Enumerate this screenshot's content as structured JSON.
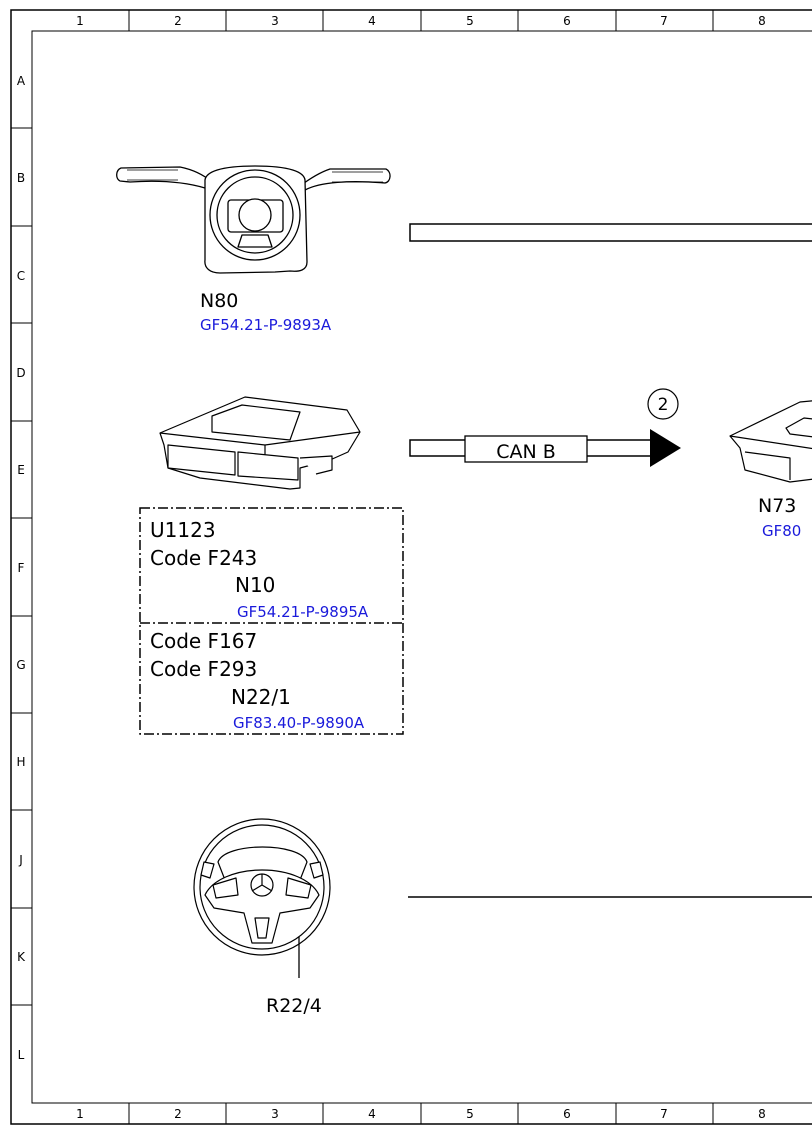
{
  "frame": {
    "columns": [
      "1",
      "2",
      "3",
      "4",
      "5",
      "6",
      "7",
      "8"
    ],
    "rows": [
      "A",
      "B",
      "C",
      "D",
      "E",
      "F",
      "G",
      "H",
      "J",
      "K",
      "L"
    ]
  },
  "components": {
    "n80": {
      "label": "N80",
      "ref": "GF54.21-P-9893A"
    },
    "n73": {
      "label": "N73",
      "ref_partial": "GF80"
    },
    "r22_4": {
      "label": "R22/4"
    }
  },
  "bus": {
    "label": "CAN B",
    "badge": "2"
  },
  "codes_box": {
    "upper": {
      "lines": [
        "U1123",
        "Code F243"
      ],
      "module": "N10",
      "ref": "GF54.21-P-9895A"
    },
    "lower": {
      "lines": [
        "Code F167",
        "Code F293"
      ],
      "module": "N22/1",
      "ref": "GF83.40-P-9890A"
    }
  },
  "colors": {
    "line": "#000000",
    "link": "#1a1adb",
    "background": "#ffffff"
  }
}
